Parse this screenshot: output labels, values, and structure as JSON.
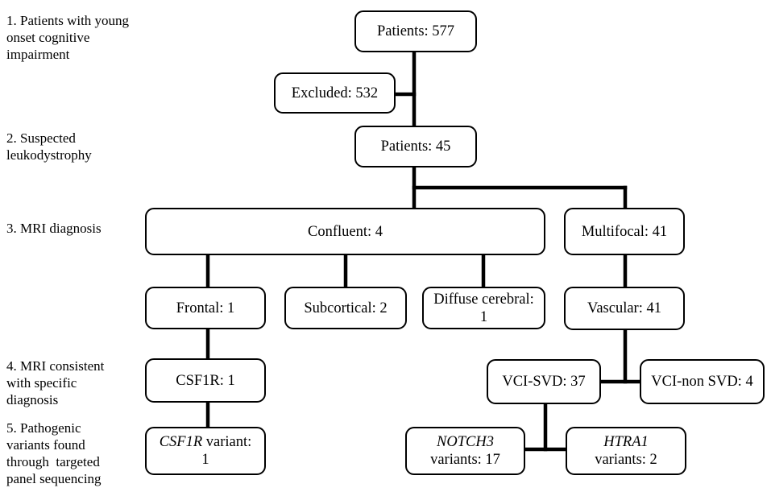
{
  "steps": [
    {
      "lines": [
        "1. Patients with young",
        "onset cognitive",
        "impairment"
      ]
    },
    {
      "lines": [
        "2. Suspected",
        "leukodystrophy"
      ]
    },
    {
      "lines": [
        "3. MRI diagnosis"
      ]
    },
    {
      "lines": [
        "4. MRI consistent",
        "with specific",
        "diagnosis"
      ]
    },
    {
      "lines": [
        "5. Pathogenic",
        "variants found",
        "through  targeted",
        "panel sequencing"
      ]
    }
  ],
  "boxes": {
    "patients_577": "Patients: 577",
    "excluded_532": "Excluded: 532",
    "patients_45": "Patients: 45",
    "confluent": "Confluent: 4",
    "multifocal": "Multifocal: 41",
    "frontal": "Frontal: 1",
    "subcortical": "Subcortical: 2",
    "diffuse_line1": "Diffuse cerebral:",
    "diffuse_line2": "1",
    "vascular": "Vascular: 41",
    "csf1r": "CSF1R: 1",
    "vci_svd": "VCI-SVD: 37",
    "vci_non_svd": "VCI-non SVD: 4",
    "csf1r_variant_gene": "CSF1R",
    "csf1r_variant_rest": " variant:",
    "csf1r_variant_count": "1",
    "notch3_gene": "NOTCH3",
    "notch3_count": "variants: 17",
    "htra1_gene": "HTRA1",
    "htra1_count": "variants: 2"
  }
}
